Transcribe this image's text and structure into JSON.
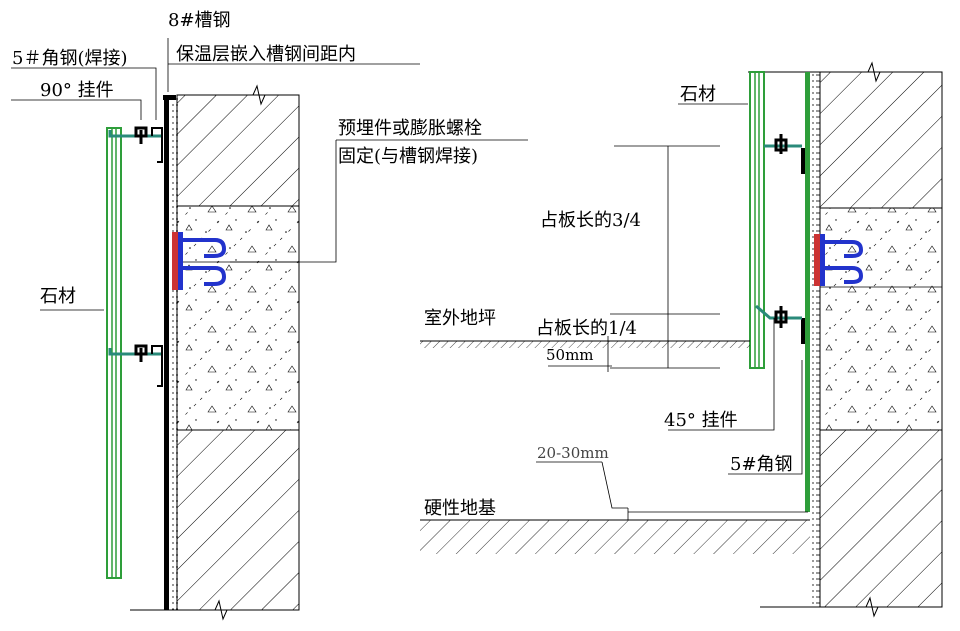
{
  "labels": {
    "channel_steel": "8#槽钢",
    "insulation": "保温层嵌入槽钢间距内",
    "angle_steel_weld": "5＃角钢(焊接)",
    "hanger_90": "90° 挂件",
    "embedded_part": "预埋件或膨胀螺栓",
    "fixed_weld": "固定(与槽钢焊接)",
    "stone_left": "石材",
    "stone_right": "石材",
    "three_quarter": "占板长的3/4",
    "one_quarter": "占板长的1/4",
    "outdoor_ground": "室外地坪",
    "dim_50": "50mm",
    "hanger_45": "45° 挂件",
    "angle_steel_5": "5#角钢",
    "gap_20_30": "20-30mm",
    "hard_foundation": "硬性地基"
  },
  "colors": {
    "stone_panel": "#2e9e3a",
    "hanger": "#2a8a7a",
    "anchor": "#2233cc",
    "embed_plate": "#cc3333",
    "steel": "#000000",
    "hatch": "#000000"
  }
}
